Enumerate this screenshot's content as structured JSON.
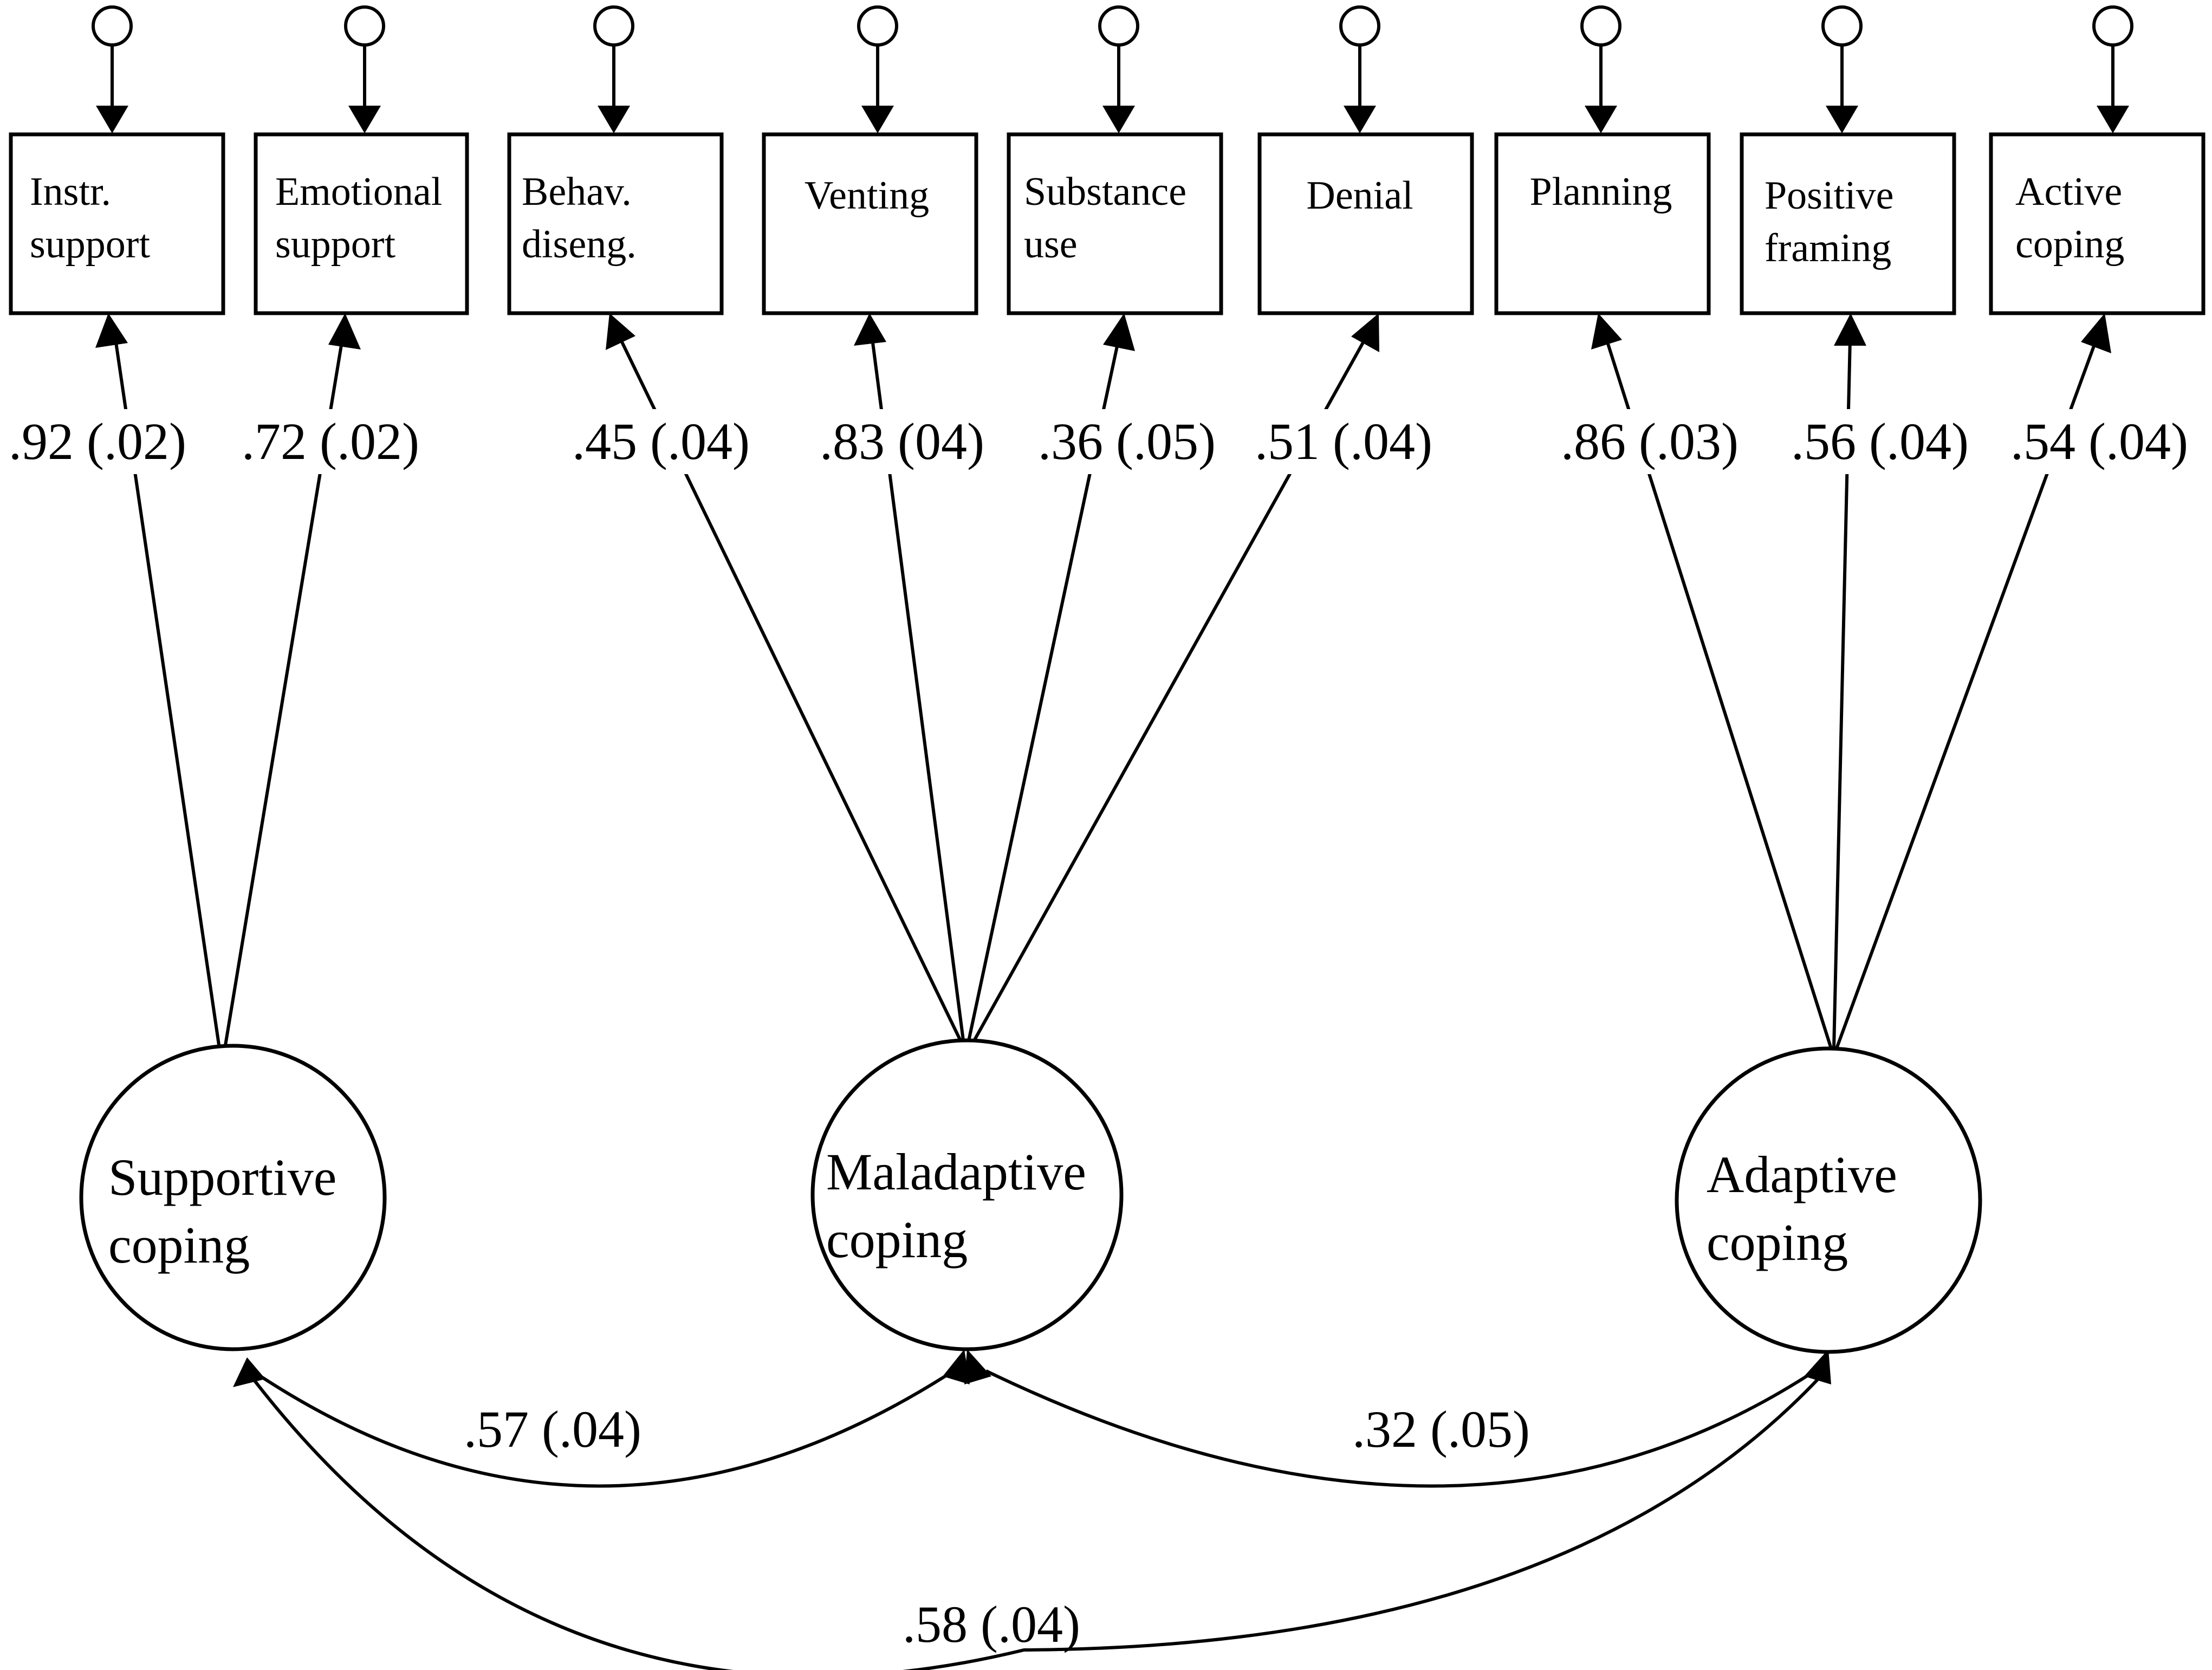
{
  "indicators": [
    {
      "id": "instr",
      "lines": [
        "Instr.",
        "support"
      ],
      "loading": ".92 (.02)"
    },
    {
      "id": "emotional",
      "lines": [
        "Emotional",
        "support"
      ],
      "loading": ".72 (.02)"
    },
    {
      "id": "behav",
      "lines": [
        "Behav.",
        "diseng."
      ],
      "loading": ".45 (.04)"
    },
    {
      "id": "venting",
      "lines": [
        "Venting"
      ],
      "loading": ".83 (04)"
    },
    {
      "id": "substance",
      "lines": [
        "Substance",
        "use"
      ],
      "loading": ".36 (.05)"
    },
    {
      "id": "denial",
      "lines": [
        "Denial"
      ],
      "loading": ".51 (.04)"
    },
    {
      "id": "planning",
      "lines": [
        "Planning"
      ],
      "loading": ".86 (.03)"
    },
    {
      "id": "positive",
      "lines": [
        "Positive",
        "framing"
      ],
      "loading": ".56 (.04)"
    },
    {
      "id": "active",
      "lines": [
        "Active",
        "coping"
      ],
      "loading": ".54 (.04)"
    }
  ],
  "latents": [
    {
      "id": "supportive",
      "lines": [
        "Supportive",
        "coping"
      ]
    },
    {
      "id": "maladaptive",
      "lines": [
        "Maladaptive",
        "coping"
      ]
    },
    {
      "id": "adaptive",
      "lines": [
        "Adaptive",
        "coping"
      ]
    }
  ],
  "covariances": [
    {
      "from": "supportive",
      "to": "maladaptive",
      "label": ".57 (.04)"
    },
    {
      "from": "maladaptive",
      "to": "adaptive",
      "label": ".32 (.05)"
    },
    {
      "from": "supportive",
      "to": "adaptive",
      "label": ".58 (.04)"
    }
  ]
}
